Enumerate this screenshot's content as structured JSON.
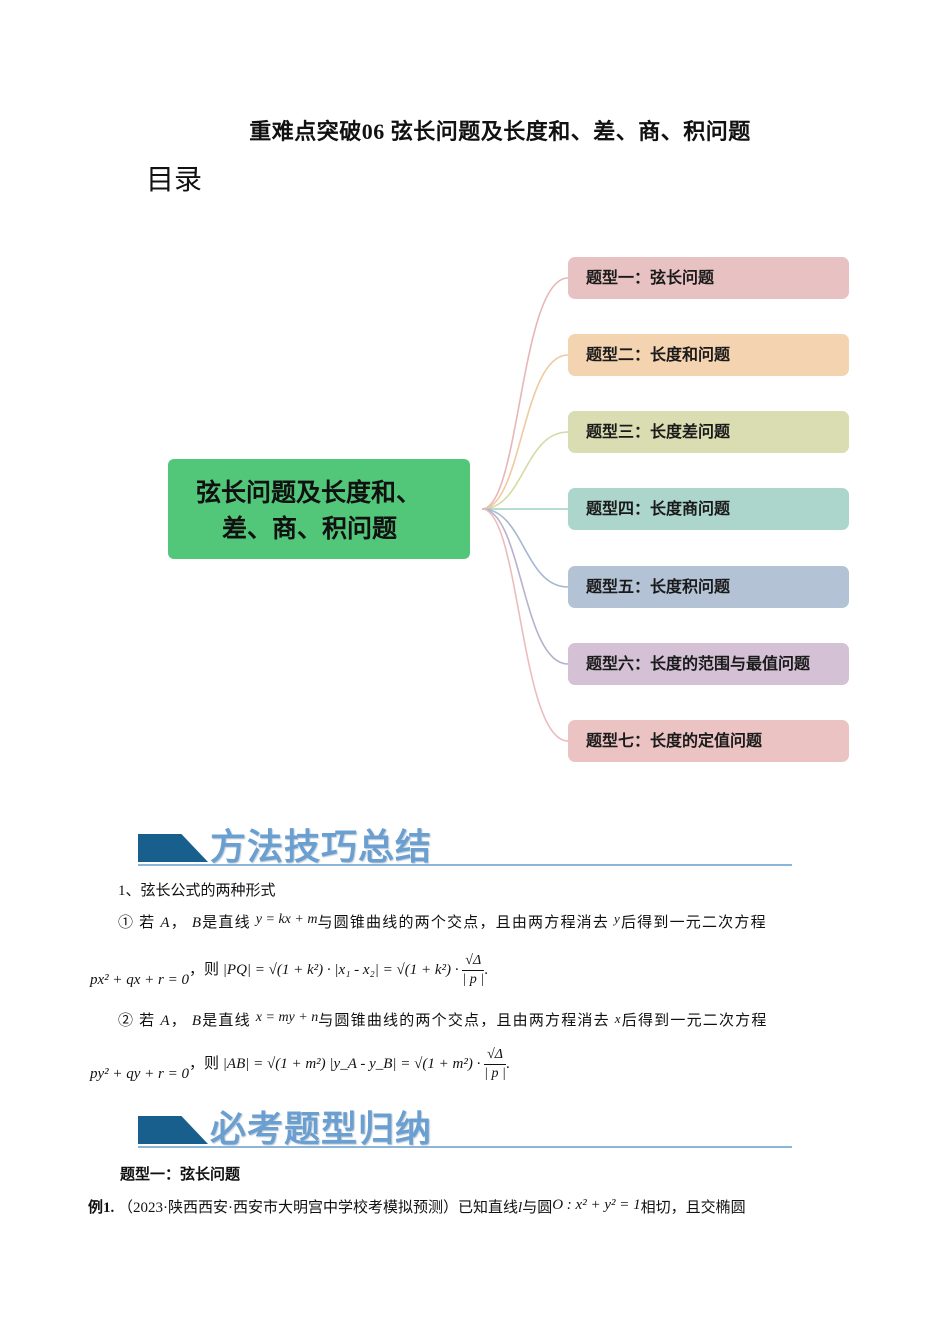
{
  "document": {
    "title": "重难点突破06 弦长问题及长度和、差、商、积问题",
    "toc_heading": "目录"
  },
  "mindmap": {
    "central_line1": "弦长问题及长度和、",
    "central_line2": "差、商、积问题",
    "central_color": "#52c77a",
    "branches": [
      {
        "label": "题型一：弦长问题",
        "color": "#e8c2c2",
        "line": "#e7b6b6"
      },
      {
        "label": "题型二：长度和问题",
        "color": "#f4d3b0",
        "line": "#f0c9a0"
      },
      {
        "label": "题型三：长度差问题",
        "color": "#dadcb1",
        "line": "#d4dba6"
      },
      {
        "label": "题型四：长度商问题",
        "color": "#acd6cb",
        "line": "#9fd2c4"
      },
      {
        "label": "题型五：长度积问题",
        "color": "#b3c2d4",
        "line": "#a7b9d0"
      },
      {
        "label": "题型六：长度的范围与最值问题",
        "color": "#d5c1d6",
        "line": "#b9b0cc"
      },
      {
        "label": "题型七：长度的定值问题",
        "color": "#ecc3c3",
        "line": "#ecbcbc"
      }
    ]
  },
  "sections": {
    "methods_banner": "方法技巧总结",
    "types_banner": "必考题型归纳",
    "banner_block_color": "#185f8e",
    "banner_text_color": "#6a9fd0"
  },
  "methods": {
    "item1_title": "1、弦长公式的两种形式",
    "case1": {
      "marker": "①",
      "text_a": "若",
      "A": "A",
      "comma": "，",
      "B": "B",
      "text_b": "是直线",
      "line_eq": "y = kx + m",
      "text_c": "与圆锥曲线的两个交点，且由两方程消去",
      "eliminated": "y",
      "text_d": "后得到一元二次方程",
      "quadratic": "px² + qx + r = 0",
      "then": "，则",
      "formula_lhs": "|PQ| = √(1 + k²) · |x₁ - x₂| = √(1 + k²) ·",
      "frac_num": "√Δ",
      "frac_den": "| p |",
      "end": "."
    },
    "case2": {
      "marker": "②",
      "text_a": "若",
      "A": "A",
      "comma": "，",
      "B": "B",
      "text_b": "是直线",
      "line_eq": "x = my + n",
      "text_c": "与圆锥曲线的两个交点，且由两方程消去",
      "eliminated": "x",
      "text_d": "后得到一元二次方程",
      "quadratic": "py² + qy + r = 0",
      "then": "，则",
      "formula_lhs": "|AB| = √(1 + m²) |y_A - y_B| = √(1 + m²) ·",
      "frac_num": "√Δ",
      "frac_den": "| p |",
      "end": "."
    }
  },
  "problems": {
    "type1_heading": "题型一：弦长问题",
    "example1_label": "例1.",
    "example1_source": "（2023·陕西西安·西安市大明宫中学校考模拟预测）",
    "example1_text_a": "已知直线",
    "example1_l": "l",
    "example1_text_b": "与圆",
    "example1_circle": "O : x² + y² = 1",
    "example1_text_c": "相切，且交椭圆"
  }
}
